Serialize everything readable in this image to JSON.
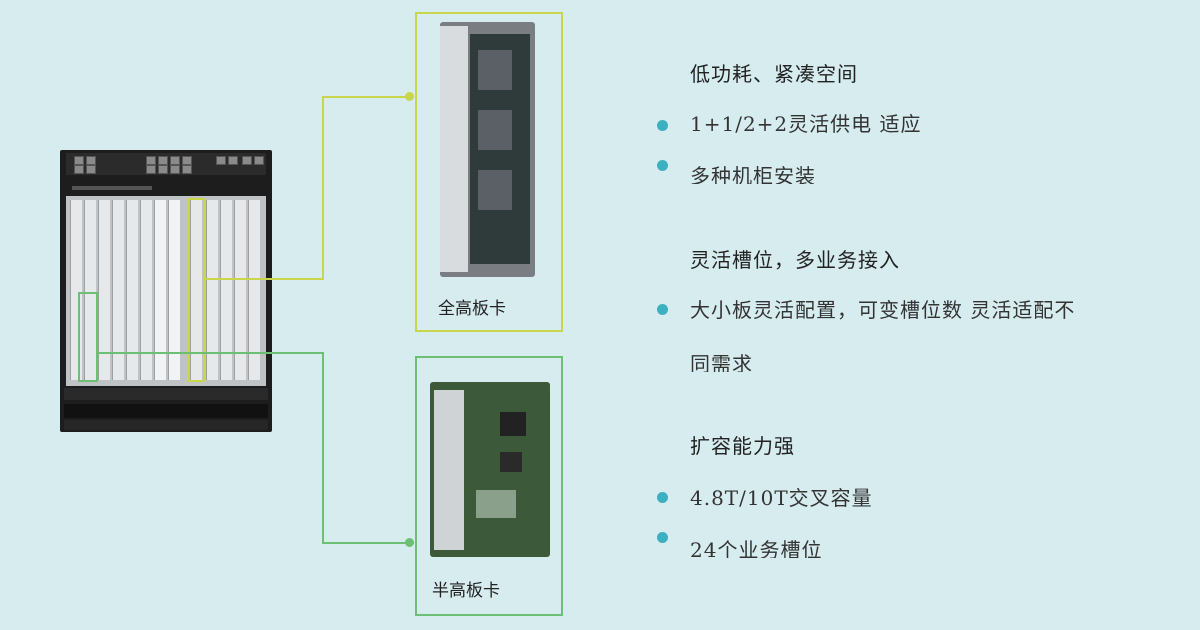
{
  "cards": {
    "full_height_label": "全高板卡",
    "half_height_label": "半高板卡"
  },
  "features": [
    {
      "heading": "低功耗、紧凑空间",
      "bullets": [
        "1+1/2+2灵活供电 适应",
        "多种机柜安装"
      ]
    },
    {
      "heading": "灵活槽位，多业务接入",
      "bullets": [
        "大小板灵活配置，可变槽位数 灵活适配不",
        "同需求"
      ]
    },
    {
      "heading": "扩容能力强",
      "bullets": [
        "4.8T/10T交叉容量",
        "24个业务槽位"
      ]
    }
  ],
  "colors": {
    "background": "#d6ecef",
    "full_height_accent": "#c9d64a",
    "half_height_accent": "#6cbf73",
    "bullet": "#3bb0c2"
  }
}
